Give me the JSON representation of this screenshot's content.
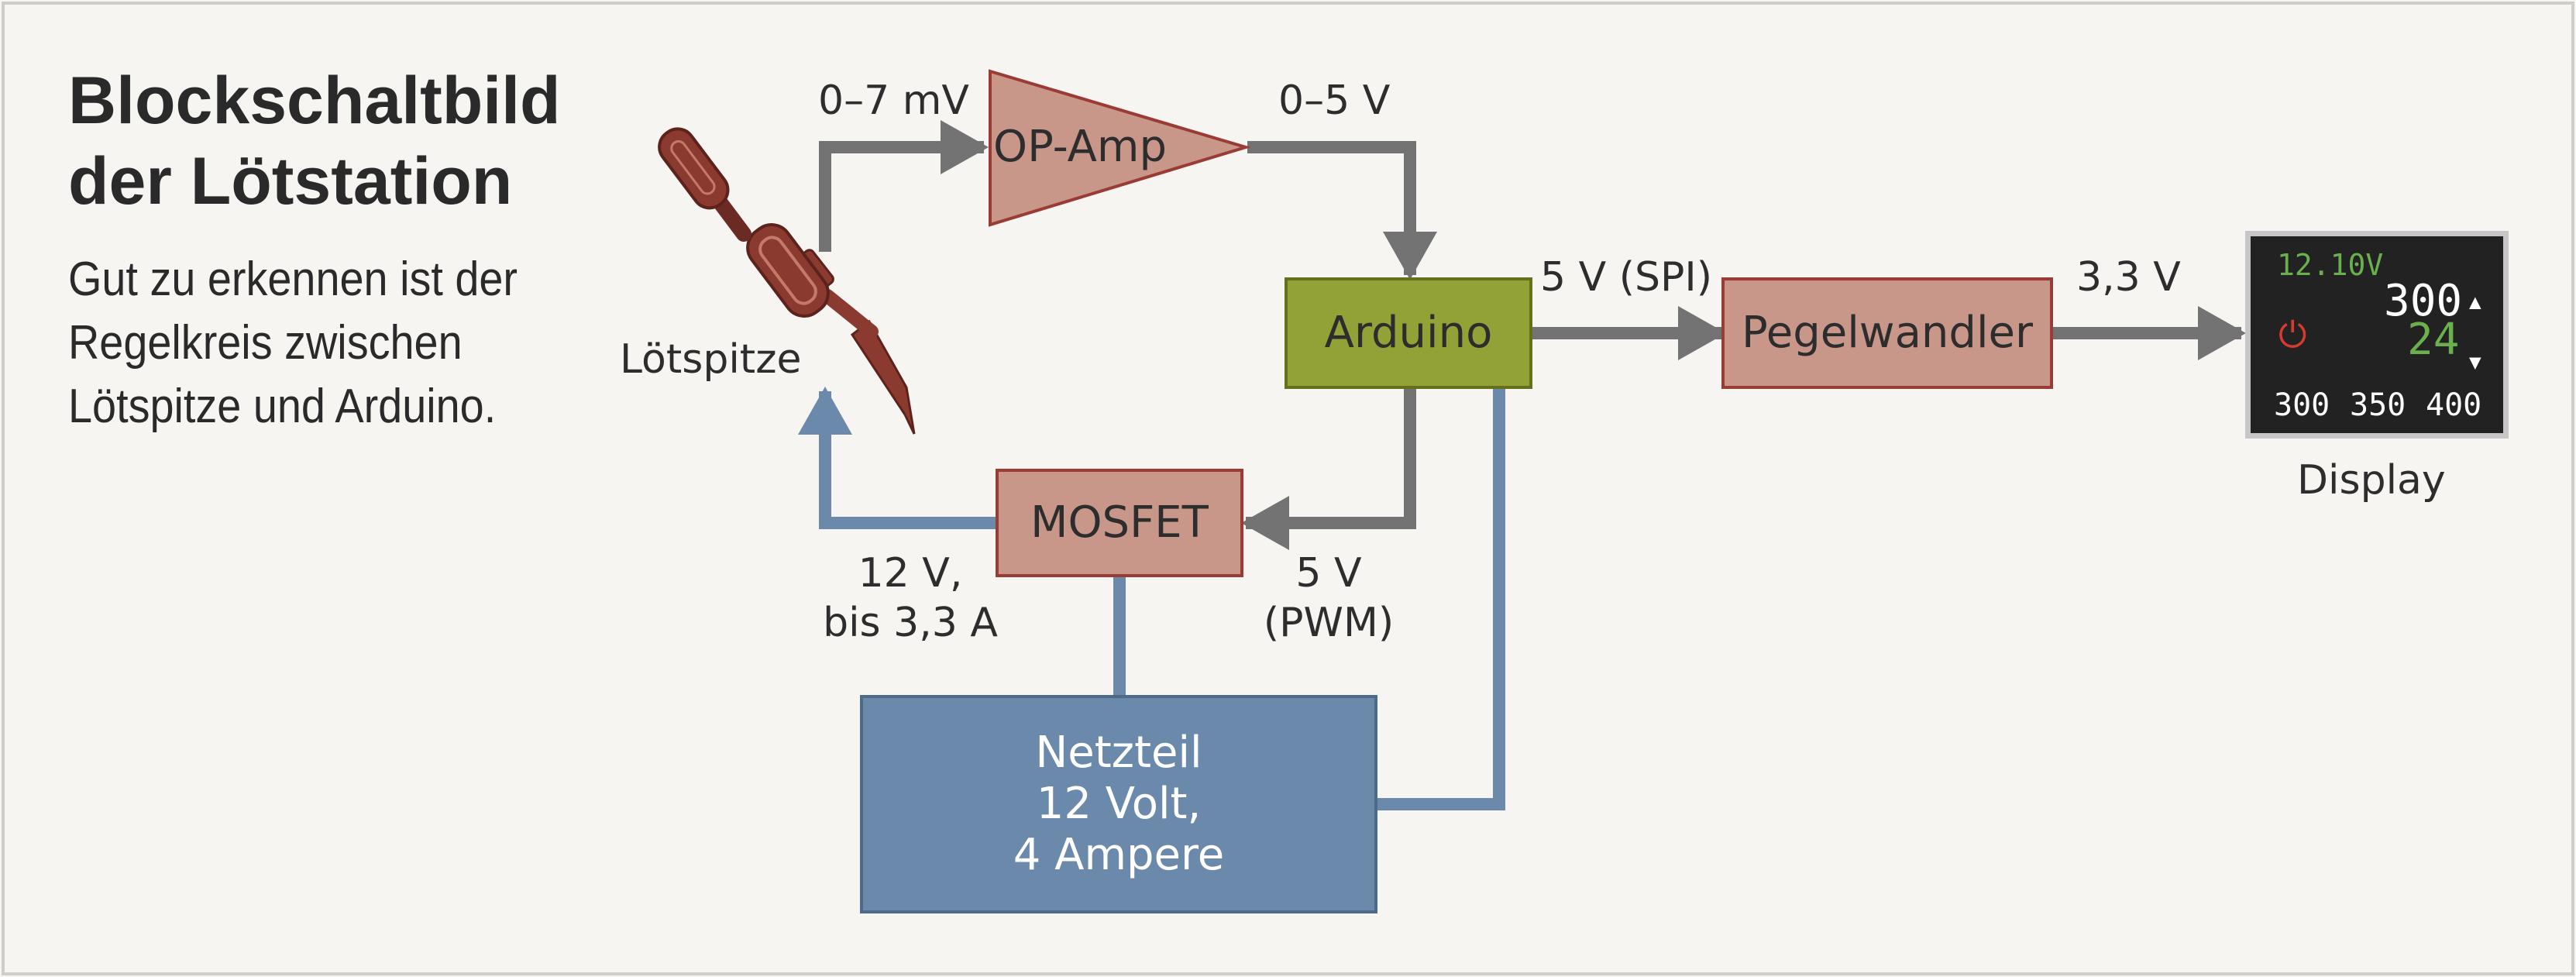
{
  "title": [
    "Blockschaltbild",
    "der Lötstation"
  ],
  "description": [
    "Gut zu erkennen ist der",
    "Regelkreis zwischen",
    "Lötspitze und Arduino."
  ],
  "blocks": {
    "op_amp": "OP-Amp",
    "arduino": "Arduino",
    "pegelwandler": "Pegelwandler",
    "mosfet": "MOSFET",
    "netzteil": [
      "Netzteil",
      "12 Volt,",
      "4 Ampere"
    ]
  },
  "labels": {
    "loetspitze": "Lötspitze",
    "input_signal": "0–7 mV",
    "amp_output": "0–5 V",
    "spi": "5 V (SPI)",
    "level_out": "3,3 V",
    "pwm": [
      "5 V",
      "(PWM)"
    ],
    "heater_power": [
      "12 V,",
      "bis 3,3 A"
    ],
    "display": "Display"
  },
  "display_screen": {
    "voltage": "12.10V",
    "set_temp": "300",
    "current_value": "24",
    "presets": [
      "300",
      "350",
      "400"
    ],
    "power_icon": "power-icon",
    "up_icon": "triangle-up-icon",
    "down_icon": "triangle-down-icon"
  },
  "colors": {
    "signal_arrow": "#737373",
    "power_line": "#6b8aab",
    "block_red": "#c9968a",
    "block_green": "#93a236",
    "block_blue": "#6b8aab",
    "iron": "#8b3a30",
    "display_green": "#6ab04c",
    "power_icon": "#d83a2e"
  }
}
